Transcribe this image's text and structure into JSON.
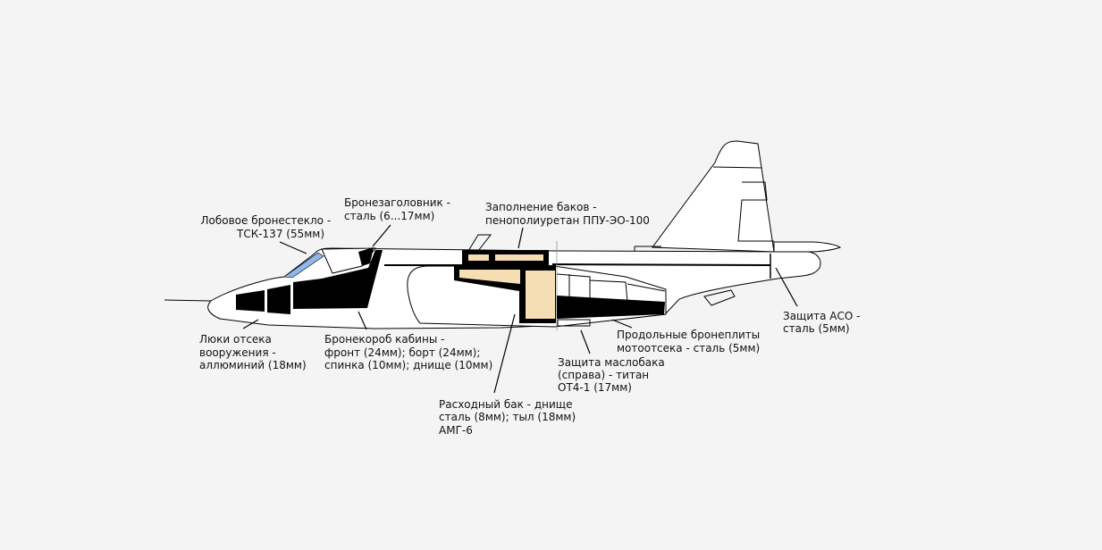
{
  "colors": {
    "background": "#f4f4f4",
    "armor": "#000000",
    "foam_fill": "#f5deb3",
    "glass": "#8fb7e8",
    "outline": "#000000"
  },
  "labels": {
    "windshield": [
      "Лобовое бронестекло -",
      "ТСК-137 (55мм)"
    ],
    "headrest": [
      "Бронезаголовник -",
      "сталь (6...17мм)"
    ],
    "tank_filling": [
      "Заполнение баков -",
      "пенополиуретан ППУ-ЭО-100"
    ],
    "weapon_hatches": [
      "Люки отсека",
      "вооружения -",
      "аллюминий (18мм)"
    ],
    "cockpit_box": [
      "Бронекороб кабины -",
      "фронт (24мм); борт (24мм);",
      "спинка (10мм); днище (10мм)"
    ],
    "feed_tank": [
      "Расходный бак - днище",
      "сталь (8мм); тыл (18мм)",
      "АМГ-6"
    ],
    "oil_tank": [
      "Защита маслобака",
      "(справа) - титан",
      "ОТ4-1 (17мм)"
    ],
    "engine_plates": [
      "Продольные бронеплиты",
      "мотоотсека - сталь (5мм)"
    ],
    "aso": [
      "Защита АСО -",
      "сталь (5мм)"
    ]
  }
}
